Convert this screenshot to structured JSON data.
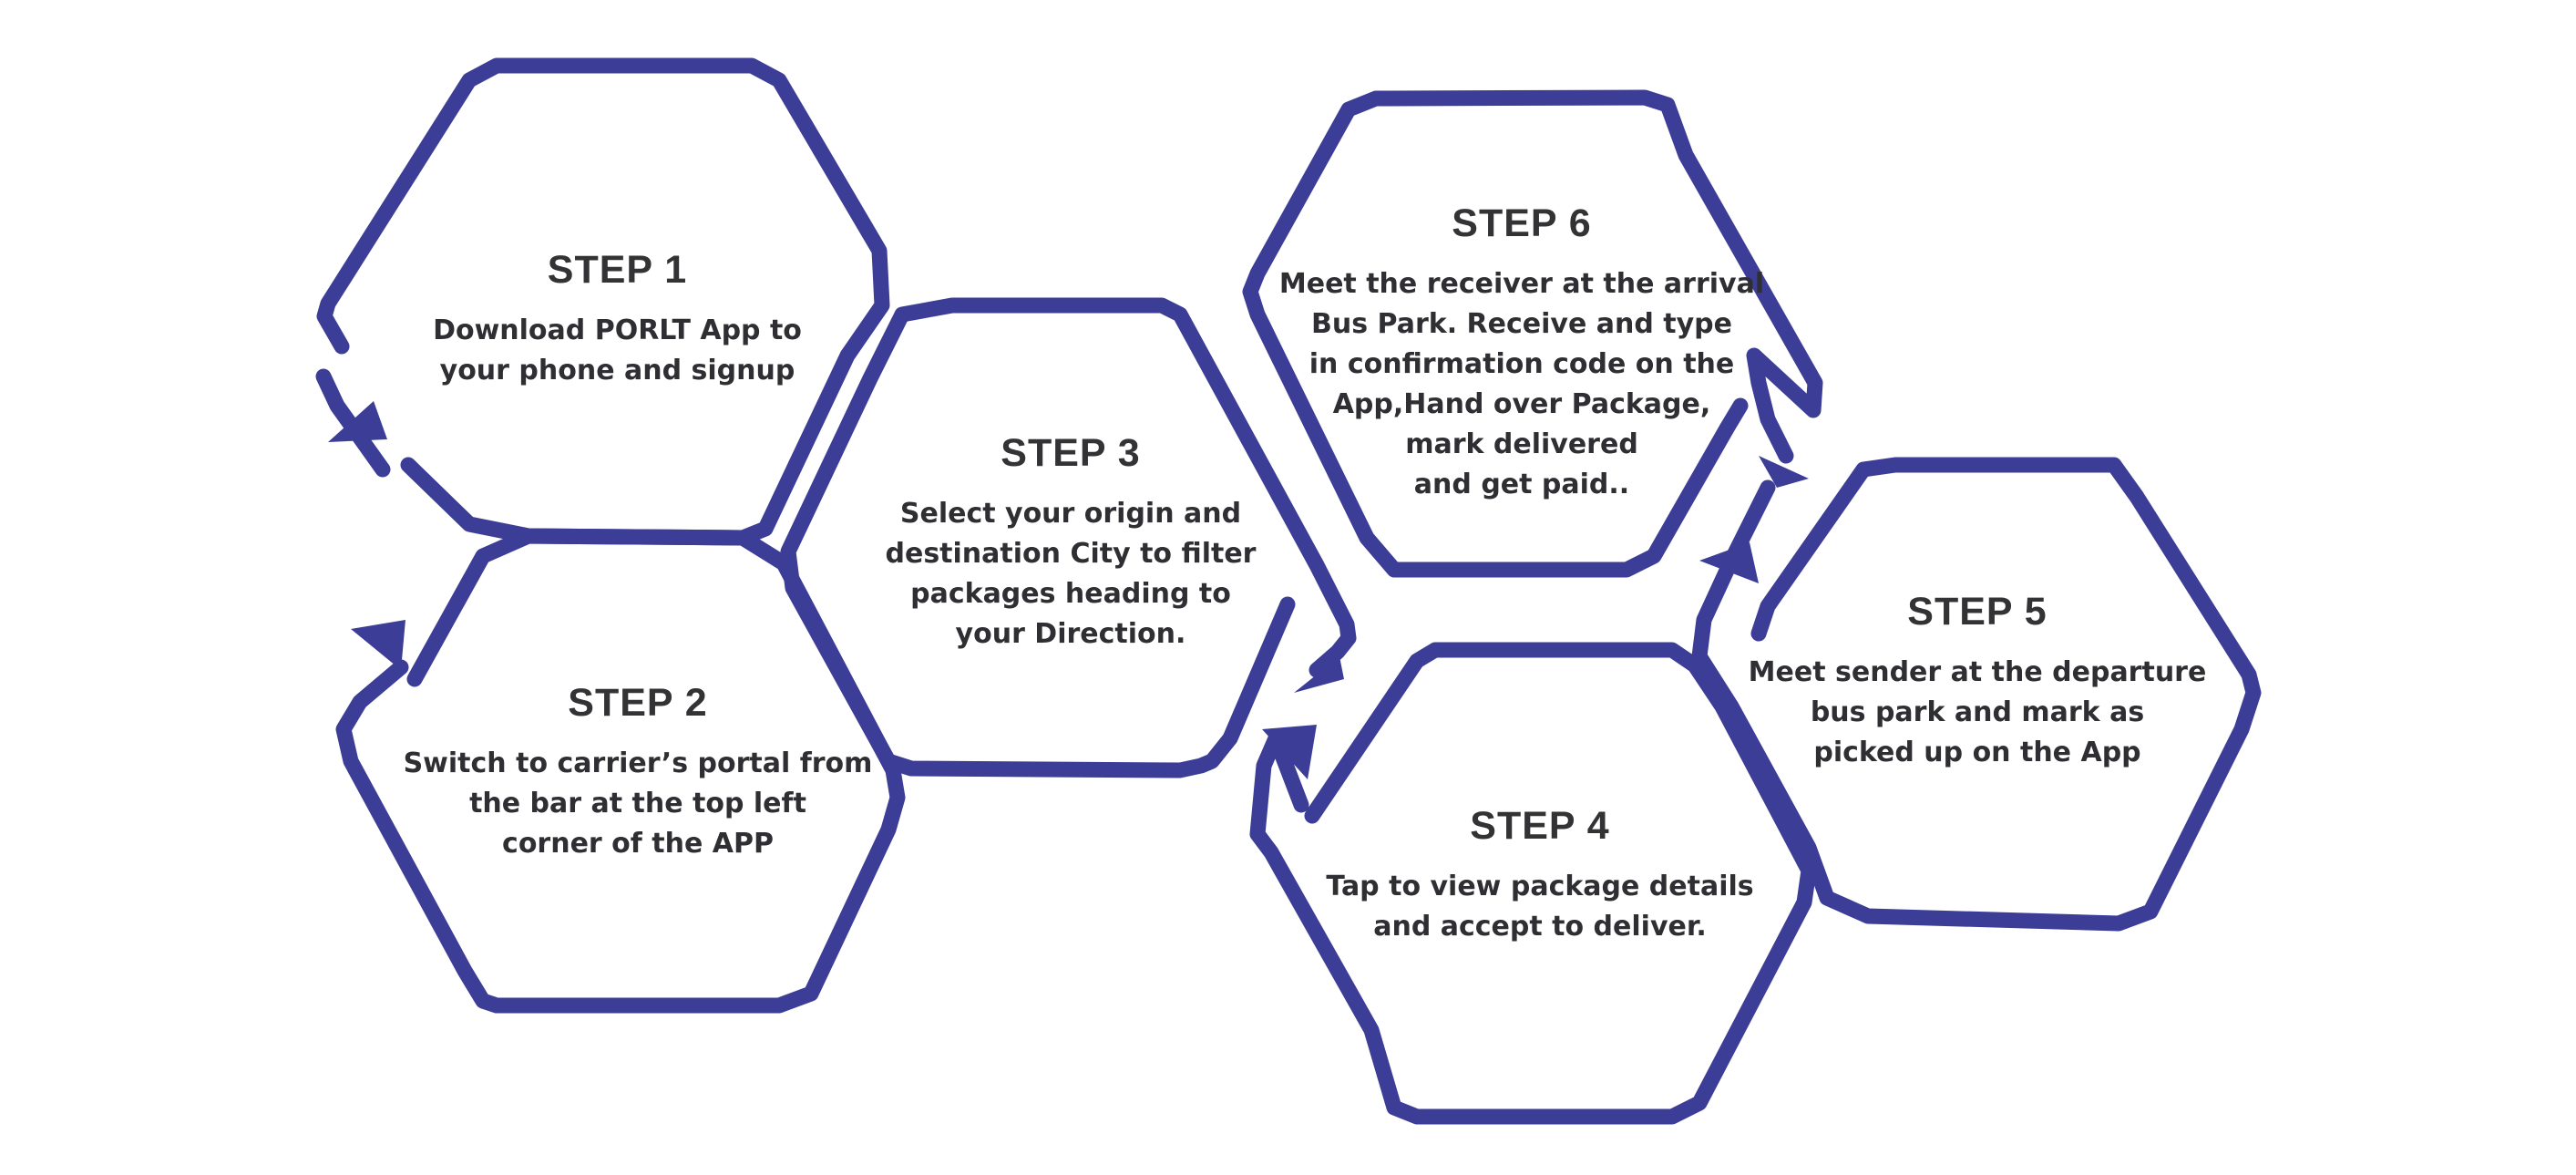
{
  "diagram": {
    "accent_color": "#3b3d97",
    "steps": [
      {
        "id": "step-1",
        "title": "STEP 1",
        "lines": [
          "Download PORLT App to",
          "your phone and signup"
        ]
      },
      {
        "id": "step-2",
        "title": "STEP 2",
        "lines": [
          "Switch to carrier’s portal from",
          "the bar at the top left",
          "corner of the APP"
        ]
      },
      {
        "id": "step-3",
        "title": "STEP 3",
        "lines": [
          "Select your origin and",
          "destination City to filter",
          "packages heading to",
          "your Direction."
        ]
      },
      {
        "id": "step-4",
        "title": "STEP 4",
        "lines": [
          "Tap to view package details",
          "and accept to deliver."
        ]
      },
      {
        "id": "step-5",
        "title": "STEP 5",
        "lines": [
          "Meet sender at the departure",
          "bus park and mark as",
          "picked up on the App"
        ]
      },
      {
        "id": "step-6",
        "title": "STEP 6",
        "lines": [
          "Meet the receiver at the arrival",
          "Bus Park. Receive and type",
          "in confirmation code on the",
          "App,Hand over Package,",
          "mark delivered",
          "and get paid.."
        ]
      }
    ]
  }
}
